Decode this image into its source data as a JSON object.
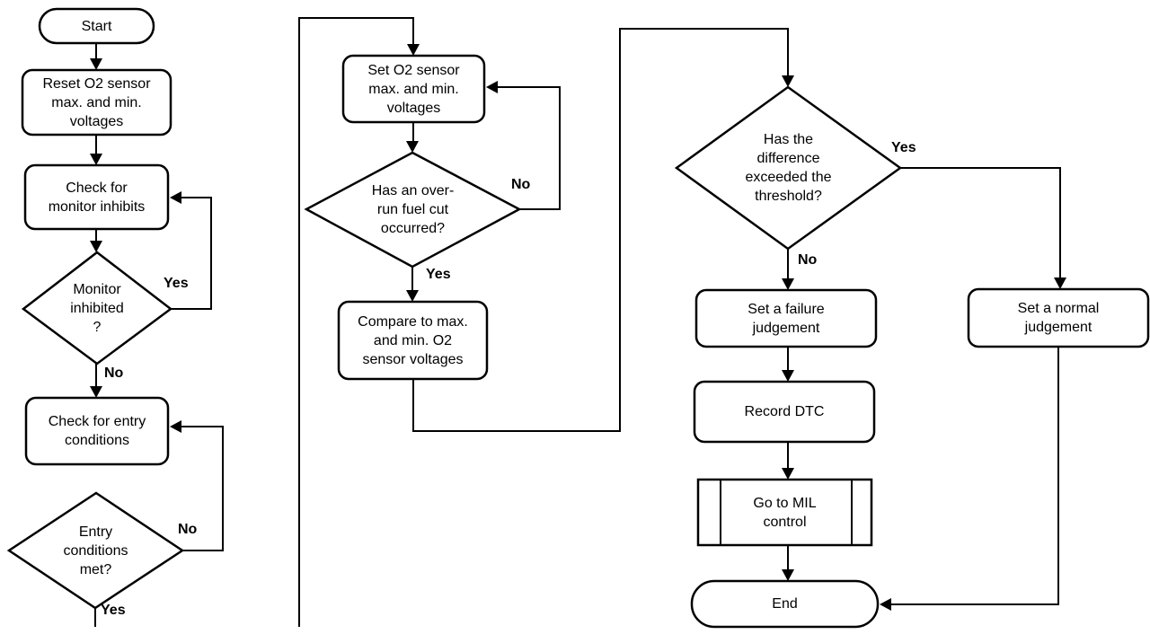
{
  "colors": {
    "background": "#ffffff",
    "line": "#000000",
    "text": "#000000"
  },
  "nodes": {
    "start": {
      "type": "terminator",
      "label": "Start"
    },
    "reset_o2": {
      "type": "process",
      "label": "Reset O2 sensor\nmax. and min.\nvoltages"
    },
    "check_monitor": {
      "type": "process",
      "label": "Check for\nmonitor inhibits"
    },
    "monitor_inhibited": {
      "type": "decision",
      "label": "Monitor\ninhibited\n?"
    },
    "check_entry": {
      "type": "process",
      "label": "Check for entry\nconditions"
    },
    "entry_met": {
      "type": "decision",
      "label": "Entry\nconditions\nmet?"
    },
    "set_o2": {
      "type": "process",
      "label": "Set O2 sensor\nmax. and min.\nvoltages"
    },
    "overrun": {
      "type": "decision",
      "label": "Has an over-\nrun fuel cut\noccurred?"
    },
    "compare": {
      "type": "process",
      "label": "Compare to max.\nand min. O2\nsensor voltages"
    },
    "threshold": {
      "type": "decision",
      "label": "Has the\ndifference\nexceeded the\nthreshold?"
    },
    "failure": {
      "type": "process",
      "label": "Set a failure\njudgement"
    },
    "record_dtc": {
      "type": "process",
      "label": "Record DTC"
    },
    "mil": {
      "type": "predefined-process",
      "label": "Go to MIL\ncontrol"
    },
    "end_node": {
      "type": "terminator",
      "label": "End"
    },
    "normal": {
      "type": "process",
      "label": "Set a normal\njudgement"
    }
  },
  "edge_labels": {
    "monitor_yes": "Yes",
    "monitor_no": "No",
    "entry_no": "No",
    "entry_yes": "Yes",
    "overrun_no": "No",
    "overrun_yes": "Yes",
    "threshold_yes": "Yes",
    "threshold_no": "No"
  }
}
